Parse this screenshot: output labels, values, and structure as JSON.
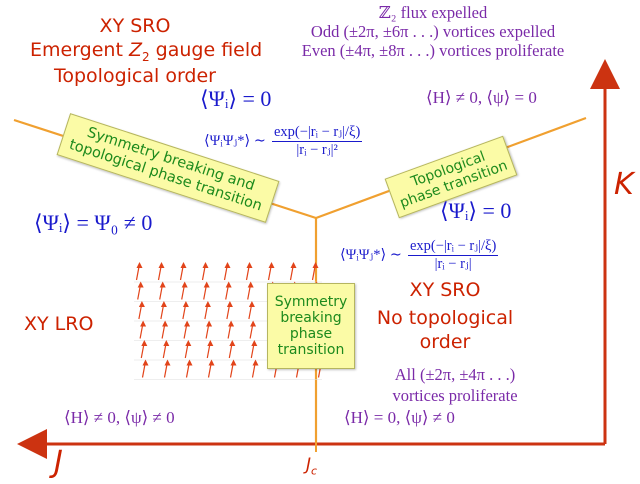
{
  "colors": {
    "red_text": "#cc2200",
    "blue_math": "#1a1acc",
    "purple_math": "#7a2aa8",
    "box_fill": "#fbfba6",
    "box_text": "#1d8a1d",
    "phase_line": "#f0a030",
    "axis": "#cc3311"
  },
  "top_left": {
    "line1": "XY SRO",
    "line2_prefix": "Emergent ",
    "line2_Z": "Z",
    "line2_sub": "2",
    "line2_suffix": " gauge field",
    "line3": "Topological order"
  },
  "top_right": {
    "line1": "ℤ₂ flux expelled",
    "line2": "Odd (±2π, ±6π . . .) vortices expelled",
    "line3": "Even (±4π, ±8π . . .) vortices proliferate"
  },
  "top_center_order": "⟨Ψᵢ⟩ = 0",
  "top_right_expect": "⟨H⟩ ≠ 0,    ⟨ψ⟩ = 0",
  "top_correlator": {
    "lhs": "⟨ΨᵢΨⱼ*⟩ ∼",
    "num": "exp(−|rᵢ − rⱼ|/ξ)",
    "den": "|rᵢ − rⱼ|²"
  },
  "left_order": "⟨Ψᵢ⟩ = Ψ₀ ≠ 0",
  "right_order": "⟨Ψᵢ⟩ = 0",
  "right_correlator": {
    "lhs": "⟨ΨᵢΨⱼ*⟩ ∼",
    "num": "exp(−|rᵢ − rⱼ|/ξ)",
    "den": "|rᵢ − rⱼ|"
  },
  "boxes": {
    "left": [
      "Symmetry breaking and",
      "topological phase transition"
    ],
    "right": [
      "Topological",
      "phase transition"
    ],
    "bottom": [
      "Symmetry",
      "breaking",
      "phase",
      "transition"
    ]
  },
  "xy_lro": "XY LRO",
  "bottom_right": {
    "line1": "XY SRO",
    "line2": "No topological",
    "line3": "order",
    "line4": "All (±2π, ±4π . . .)",
    "line5": "vortices proliferate"
  },
  "bottom_left_expect": "⟨H⟩ ≠ 0,    ⟨ψ⟩ ≠ 0",
  "bottom_right_expect": "⟨H⟩ = 0,    ⟨ψ⟩ ≠ 0",
  "axes": {
    "x_label": "J",
    "y_label": "K",
    "jc_main": "J",
    "jc_sub": "c"
  }
}
